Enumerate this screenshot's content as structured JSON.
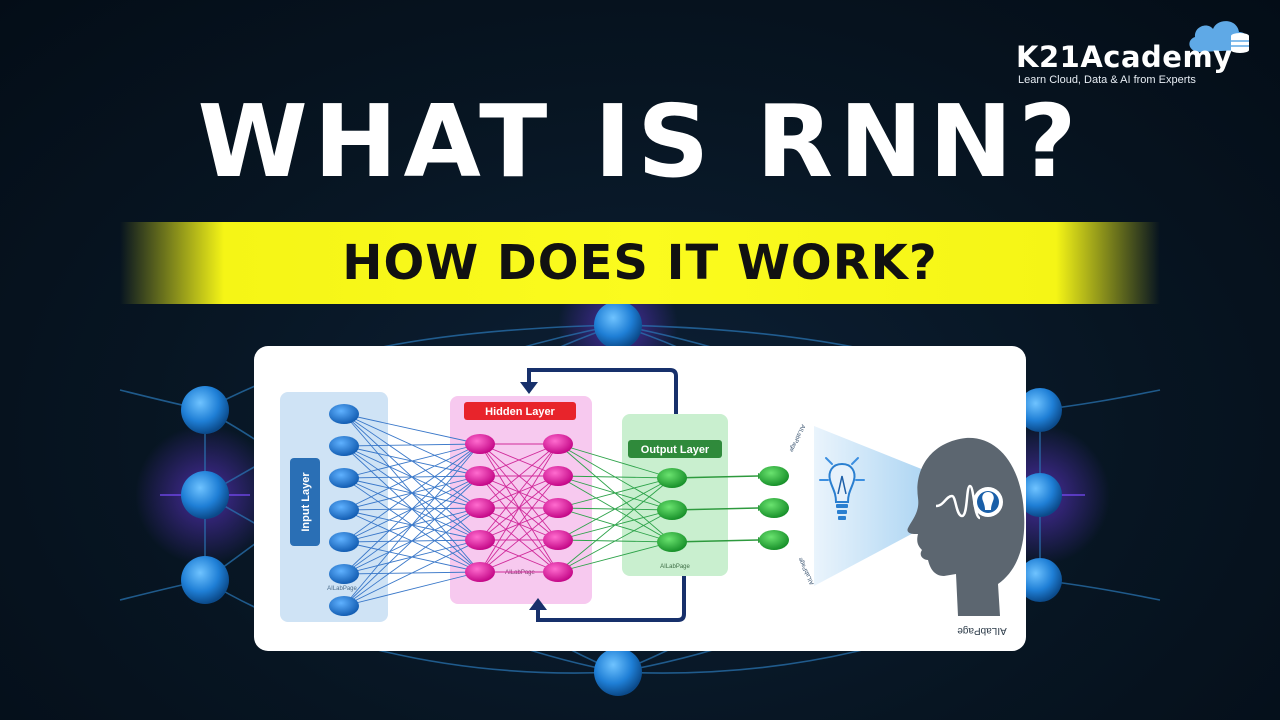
{
  "brand": {
    "name": "K21Academy",
    "tagline": "Learn Cloud, Data & AI from Experts"
  },
  "title": "WHAT IS RNN?",
  "subtitle": "HOW DOES IT WORK?",
  "diagram": {
    "input_layer_label": "Input Layer",
    "hidden_layer_label": "Hidden Layer",
    "output_layer_label": "Output Layer",
    "watermark": "AILabPage",
    "input_nodes": 7,
    "hidden_nodes_per_column": 5,
    "output_nodes": 3,
    "final_nodes": 3
  },
  "colors": {
    "highlight_band": "#fbfb1e",
    "input_node": "#1f6fc4",
    "hidden_node": "#e40f9a",
    "output_node": "#21a33a",
    "hidden_header": "#e8242b",
    "output_header": "#2f8a3b"
  }
}
